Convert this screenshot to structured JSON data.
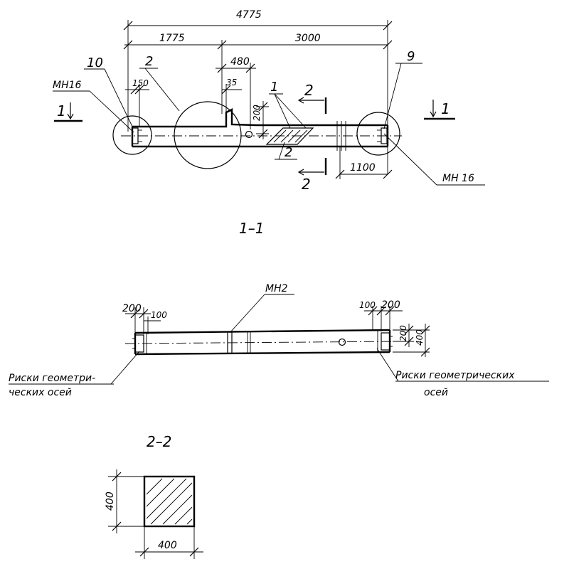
{
  "plan": {
    "dim_total": "4775",
    "dim_left": "1775",
    "dim_right": "3000",
    "dim_480": "480",
    "dim_35": "35",
    "dim_150": "150",
    "dim_200": "200",
    "dim_1100": "1100",
    "label_10": "10",
    "label_2_leader": "2",
    "label_9": "9",
    "label_1_leader": "1",
    "label_2_lower": "2",
    "mark_mn16_left": "МН16",
    "mark_mn16_right": "МН 16",
    "section_1_left": "1",
    "section_1_right": "1",
    "section_2_top": "2",
    "section_2_bottom": "2"
  },
  "section_1_1": {
    "title": "1–1",
    "mark_mn2": "МН2",
    "dim_200_left": "200",
    "dim_100_left": "100",
    "dim_100_right": "100",
    "dim_200_right": "200",
    "dim_200_vertical": "200",
    "dim_400_vertical": "400",
    "note_left_line1": "Риски геометри-",
    "note_left_line2": "ческих осей",
    "note_right_line1": "Риски геометрических",
    "note_right_line2": "осей"
  },
  "section_2_2": {
    "title": "2–2",
    "dim_height": "400",
    "dim_width": "400"
  }
}
